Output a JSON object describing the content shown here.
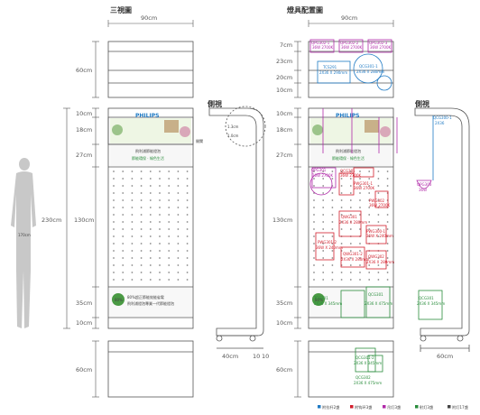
{
  "titles": {
    "three_view": "三視圖",
    "fixture_layout": "燈具配置圖",
    "side_view_left": "側視",
    "side_view_right": "側視"
  },
  "dimensions": {
    "width_top_left": "90cm",
    "width_top_right": "90cm",
    "top_left_60": "60cm",
    "top_right": [
      "7cm",
      "23cm",
      "20cm",
      "10cm"
    ],
    "left_column": [
      "10cm",
      "18cm",
      "27cm",
      "130cm",
      "35cm",
      "10cm"
    ],
    "right_column": [
      "10cm",
      "18cm",
      "27cm",
      "130cm",
      "35cm",
      "10cm"
    ],
    "total_height": "230cm",
    "bottom_left_60": "60cm",
    "bottom_right_60": "60cm",
    "side_left_width": "40cm",
    "side_left_small": [
      "10",
      "10"
    ],
    "side_right_width": "60cm",
    "human_height": "170cm",
    "side_circle_a": "1.3cm",
    "side_circle_b": "1.0cm",
    "side_label_b": "燈距"
  },
  "display": {
    "brand": "PHILIPS",
    "tagline_1": "飛利浦節能燈泡",
    "tagline_2": "節能環保 · 綠色生活",
    "bottom_text_1": "80%超正節能效能省電",
    "bottom_text_2": "飛利浦燈泡專業一代節能燈泡",
    "badge": "80%",
    "side_label": "開關"
  },
  "fixtures": [
    {
      "code": "QPG302-1",
      "spec": "36W 2700K",
      "color": "purple"
    },
    {
      "code": "QPG302-2",
      "spec": "36W 2700K",
      "color": "purple"
    },
    {
      "code": "QPG302-3",
      "spec": "36W 2700K",
      "color": "purple"
    },
    {
      "code": "TCS291",
      "spec": "2X36 X 290mm",
      "color": "blue"
    },
    {
      "code": "QCG301-1",
      "spec": "2X36 X 280mm",
      "color": "blue"
    },
    {
      "code": "QPG301",
      "spec": "36W 2700K",
      "color": "purple"
    },
    {
      "code": "QCG301",
      "spec": "36W 2700K",
      "color": "red"
    },
    {
      "code": "PWG301-1",
      "spec": "36W 2700K",
      "color": "red"
    },
    {
      "code": "PWG302",
      "spec": "36W 2700K",
      "color": "red"
    },
    {
      "code": "QWG301",
      "spec": "2X36 X 280mm",
      "color": "red"
    },
    {
      "code": "PWG300-1",
      "spec": "36W X 240mm",
      "color": "red"
    },
    {
      "code": "PWG301-2",
      "spec": "36W X 240mm",
      "color": "red"
    },
    {
      "code": "QWG301-2",
      "spec": "2X36 X 280mm",
      "color": "red"
    },
    {
      "code": "QWG302",
      "spec": "2X36 X 280mm",
      "color": "red"
    },
    {
      "code": "TCG301",
      "spec": "2X36 X 345mm",
      "color": "green"
    },
    {
      "code": "QCG301",
      "spec": "2X36 X 475mm",
      "color": "green"
    },
    {
      "code": "QCG301-2",
      "spec": "2X36 X 345mm",
      "color": "green"
    },
    {
      "code": "QCG302",
      "spec": "2X36 X 475mm",
      "color": "green"
    },
    {
      "code": "QCG301",
      "spec": "2X36 X 345mm",
      "color": "green"
    }
  ],
  "side_fixtures": [
    {
      "code": "QCG300-1",
      "spec": "2X36",
      "color": "blue"
    },
    {
      "code": "QPG303",
      "spec": "36W",
      "color": "purple"
    }
  ],
  "legend": [
    {
      "label": "附拉杆2盏",
      "color": "#1f7ac4"
    },
    {
      "label": "附钩环3盏",
      "color": "#d21e2c"
    },
    {
      "label": "吊灯3盏",
      "color": "#b02aa8"
    },
    {
      "label": "射灯3盏",
      "color": "#2a8d3c"
    },
    {
      "label": "附灯17盏",
      "color": "#444444"
    }
  ]
}
